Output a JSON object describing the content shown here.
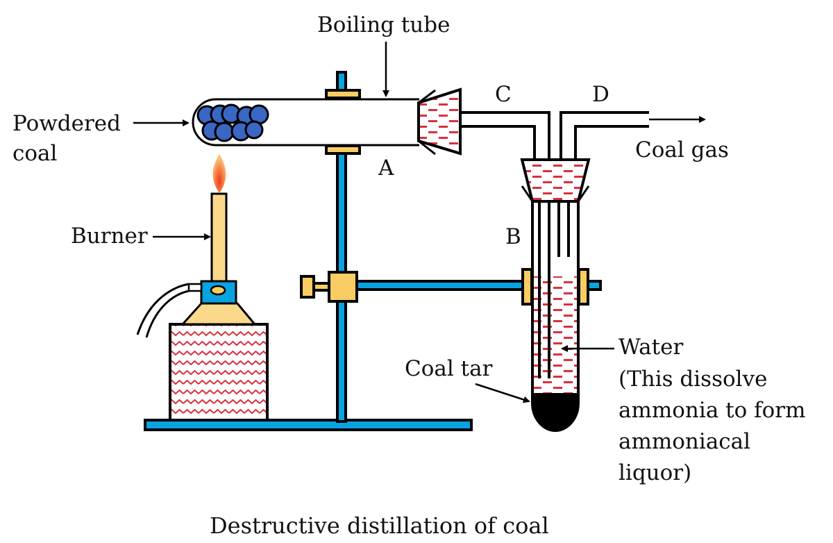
{
  "title": "Destructive distillation of coal",
  "labels": {
    "boiling_tube": "Boiling tube",
    "powdered_coal": [
      "Powdered",
      "coal"
    ],
    "burner": "Burner",
    "point_a": "A",
    "point_b": "B",
    "point_c": "C",
    "point_d": "D",
    "coal_gas": "Coal gas",
    "coal_tar": "Coal tar",
    "water_note": [
      "Water",
      "(This dissolve",
      "ammonia to form",
      "ammoniacal",
      "liquor)"
    ]
  },
  "colors": {
    "stand_blue": "#0aa3e2",
    "clamp_yellow": "#f9cd63",
    "burner_cream": "#fad98b",
    "coal_blue": "#3a66c4",
    "liquid_dash_red": "#d9303e",
    "tar_black": "#000000",
    "flame_orange": "#f48440"
  }
}
